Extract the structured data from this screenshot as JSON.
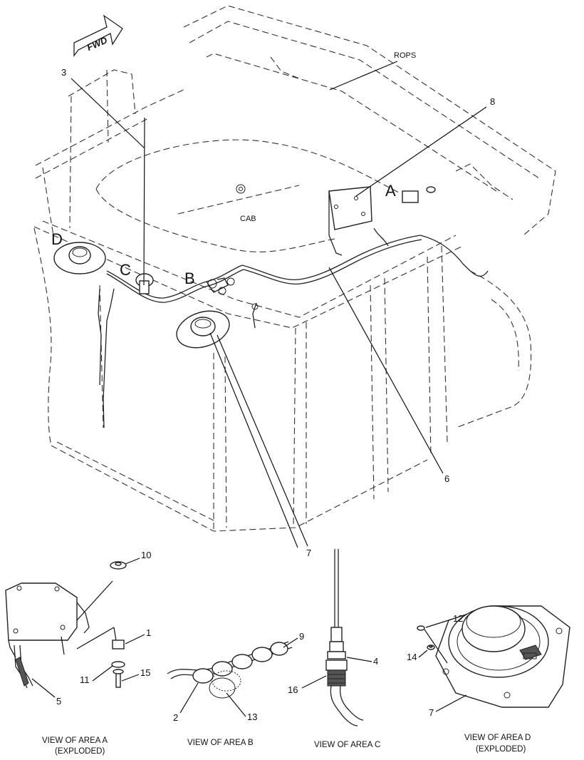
{
  "direction_arrow": {
    "label": "FWD"
  },
  "main_view": {
    "labels": {
      "rops": "ROPS",
      "cab": "CAB"
    },
    "area_letters": [
      "A",
      "B",
      "C",
      "D"
    ],
    "callouts": [
      "3",
      "8",
      "6",
      "7"
    ]
  },
  "detail_views": [
    {
      "title": "VIEW OF AREA  A",
      "subtitle": "(EXPLODED)",
      "callouts": [
        "10",
        "1",
        "11",
        "15",
        "5"
      ]
    },
    {
      "title": "VIEW OF AREA  B",
      "subtitle": "",
      "callouts": [
        "9",
        "2",
        "13"
      ]
    },
    {
      "title": "VIEW OF AREA  C",
      "subtitle": "",
      "callouts": [
        "4",
        "16"
      ]
    },
    {
      "title": "VIEW OF AREA  D",
      "subtitle": "(EXPLODED)",
      "callouts": [
        "12",
        "14",
        "7"
      ]
    }
  ]
}
